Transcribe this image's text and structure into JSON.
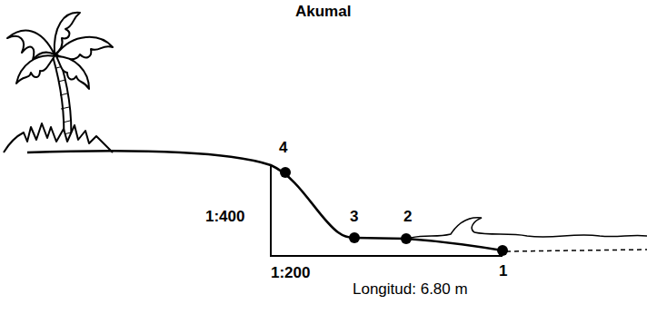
{
  "diagram": {
    "title": "Akumal",
    "labels": [
      "4",
      "3",
      "2",
      "1",
      "1:400",
      "1:200",
      "Longitud: 6.80 m"
    ]
  }
}
